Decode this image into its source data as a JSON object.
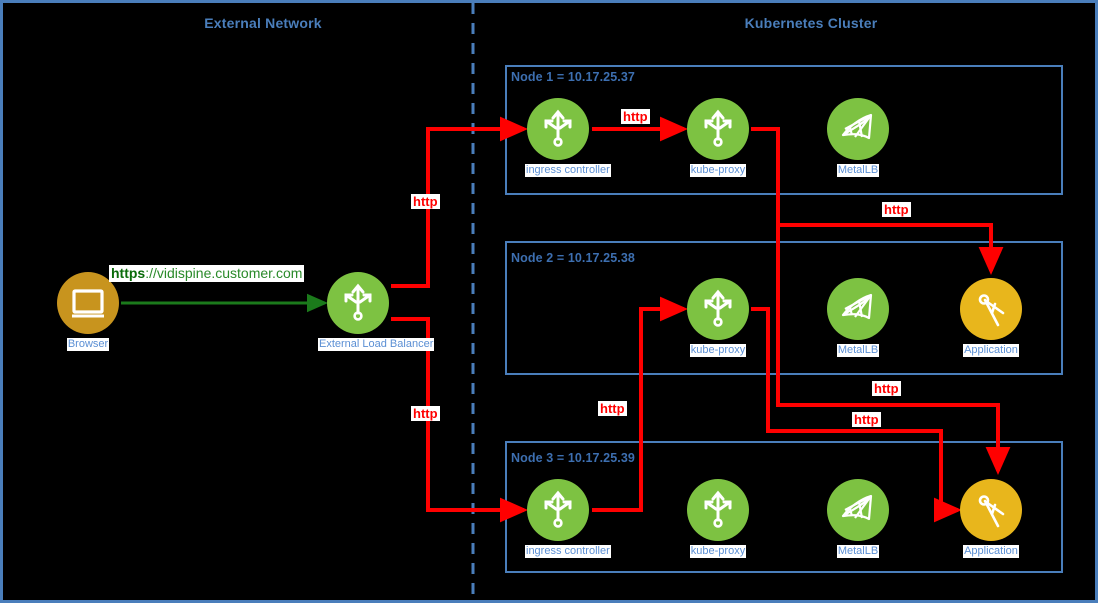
{
  "diagram": {
    "title_left": "External Network",
    "title_right": "Kubernetes Cluster",
    "border_color": "#4a7ebb",
    "background": "#000000",
    "divider": "dashed-vertical"
  },
  "external": {
    "browser": {
      "label": "Browser",
      "icon": "monitor-icon",
      "color": "#c8941e"
    },
    "load_balancer": {
      "label": "External Load Balancer",
      "icon": "trident-icon",
      "color": "#7dc242"
    },
    "url": {
      "scheme": "https",
      "rest": "://vidispine.customer.com",
      "color": "#1b7a1b"
    }
  },
  "nodes": [
    {
      "label": "Node 1 = 10.17.25.37",
      "name": "Node 1",
      "ip": "10.17.25.37",
      "items": [
        {
          "label": "ingress controller",
          "icon": "trident-icon",
          "color": "#7dc242"
        },
        {
          "label": "kube-proxy",
          "icon": "trident-icon",
          "color": "#7dc242"
        },
        {
          "label": "MetalLB",
          "icon": "mesh-icon",
          "color": "#7dc242"
        }
      ]
    },
    {
      "label": "Node 2 = 10.17.25.38",
      "name": "Node 2",
      "ip": "10.17.25.38",
      "items": [
        {
          "label": "kube-proxy",
          "icon": "trident-icon",
          "color": "#7dc242"
        },
        {
          "label": "MetalLB",
          "icon": "mesh-icon",
          "color": "#7dc242"
        },
        {
          "label": "Application",
          "icon": "compass-icon",
          "color": "#e8b61c"
        }
      ]
    },
    {
      "label": "Node 3 = 10.17.25.39",
      "name": "Node 3",
      "ip": "10.17.25.39",
      "items": [
        {
          "label": "ingress controller",
          "icon": "trident-icon",
          "color": "#7dc242"
        },
        {
          "label": "kube-proxy",
          "icon": "trident-icon",
          "color": "#7dc242"
        },
        {
          "label": "MetalLB",
          "icon": "mesh-icon",
          "color": "#7dc242"
        },
        {
          "label": "Application",
          "icon": "compass-icon",
          "color": "#e8b61c"
        }
      ]
    }
  ],
  "flow_labels": {
    "l1": "http",
    "l2": "http",
    "l3": "http",
    "l4": "http",
    "l5": "http",
    "l6": "http",
    "l7": "http",
    "color": "#ff0000"
  }
}
